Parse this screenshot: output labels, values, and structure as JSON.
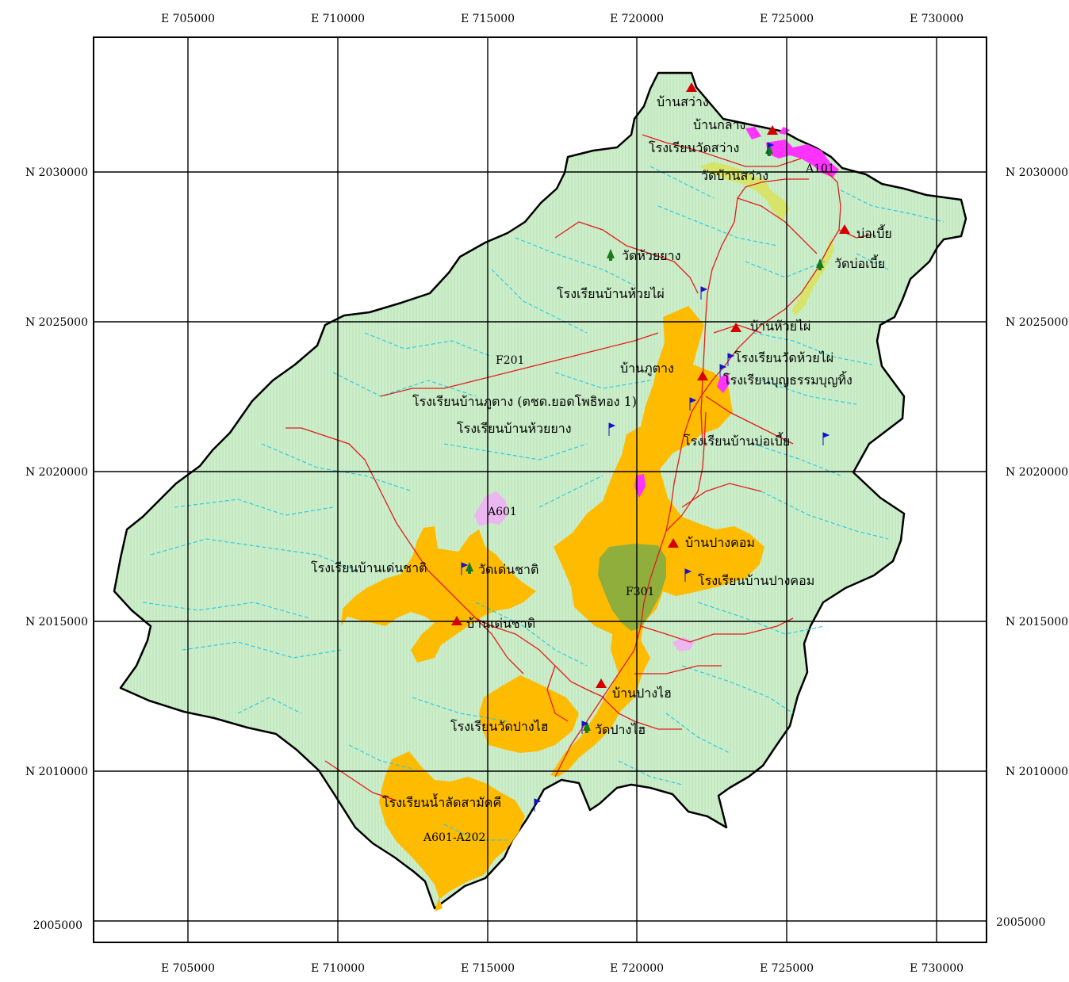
{
  "grid": {
    "eastings": [
      "E 705000",
      "E 710000",
      "E 715000",
      "E 720000",
      "E 725000",
      "E 730000"
    ],
    "northings": [
      "N 2030000",
      "N 2025000",
      "N 2020000",
      "N 2015000",
      "N 2010000"
    ],
    "northings_right": [
      "N 2030000",
      "N 2025000",
      "N 2020000",
      "N 2015000",
      "N 2010000"
    ],
    "bottom_left": "2005000",
    "bottom_right": "2005000"
  },
  "colors": {
    "forest": "#c8ebc3",
    "agriculture": "#ffbb00",
    "reservoir_zone": "#8fae3c",
    "settlement": "#ff33ff",
    "orchard": "#ecb6f0",
    "road": "#e41b1b",
    "stream": "#1ec9e8",
    "village": "#d40000",
    "temple": "#1a7a1a",
    "school": "#1515c8",
    "boundary": "#000000",
    "grid": "#000000"
  },
  "zones": [
    {
      "label": "F201"
    },
    {
      "label": "F301"
    },
    {
      "label": "A601"
    },
    {
      "label": "A601-A202"
    },
    {
      "label": "A101"
    }
  ],
  "places": [
    {
      "name": "บ้านสว่าง",
      "type": "village-icon"
    },
    {
      "name": "บ้านกลาง",
      "type": "village-icon"
    },
    {
      "name": "โรงเรียนวัดสว่าง",
      "type": "school-flag-icon"
    },
    {
      "name": "วัดบ้านสว่าง",
      "type": "temple-icon"
    },
    {
      "name": "บ่อเบี้ย",
      "type": "village-icon"
    },
    {
      "name": "วัดบ่อเบี้ย",
      "type": "temple-icon"
    },
    {
      "name": "วัดห้วยยาง",
      "type": "temple-icon"
    },
    {
      "name": "โรงเรียนบ้านห้วยไผ่",
      "type": "school-flag-icon"
    },
    {
      "name": "บ้านห้วยไผ่",
      "type": "village-icon"
    },
    {
      "name": "โรงเรียนวัดห้วยไผ่",
      "type": "school-flag-icon"
    },
    {
      "name": "บ้านภูตาง",
      "type": "village-icon"
    },
    {
      "name": "โรงเรียนบุญธรรมบุญทิ้ง",
      "type": "school-flag-icon"
    },
    {
      "name": "โรงเรียนบ้านภูตาง (ตชด.ยอดโพธิทอง 1)",
      "type": "school-flag-icon"
    },
    {
      "name": "โรงเรียนบ้านห้วยยาง",
      "type": "school-flag-icon"
    },
    {
      "name": "โรงเรียนบ้านบ่อเบี้ย",
      "type": "school-flag-icon"
    },
    {
      "name": "บ้านปางคอม",
      "type": "village-icon"
    },
    {
      "name": "โรงเรียนบ้านปางคอม",
      "type": "school-flag-icon"
    },
    {
      "name": "โรงเรียนบ้านเด่นชาติ",
      "type": "school-flag-icon"
    },
    {
      "name": "วัดเด่นชาติ",
      "type": "temple-icon"
    },
    {
      "name": "บ้านเด่นชาติ",
      "type": "village-icon"
    },
    {
      "name": "บ้านปางไฮ",
      "type": "village-icon"
    },
    {
      "name": "โรงเรียนวัดปางไฮ",
      "type": "school-flag-icon"
    },
    {
      "name": "วัดปางไฮ",
      "type": "temple-icon"
    },
    {
      "name": "โรงเรียนน้ำลัดสามัคคี",
      "type": "school-flag-icon"
    }
  ]
}
